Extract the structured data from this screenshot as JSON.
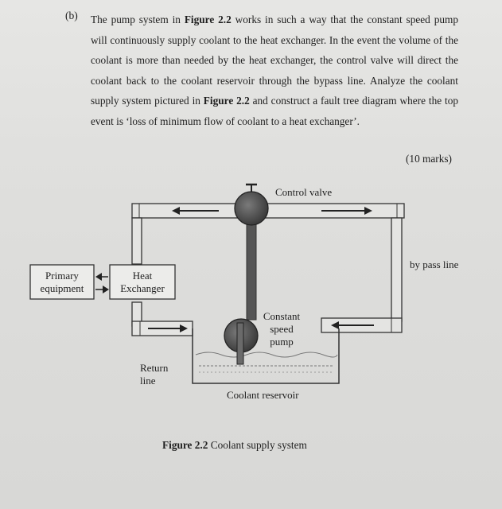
{
  "question": {
    "label": "(b)",
    "segments": [
      {
        "t": "The pump system in ",
        "b": false
      },
      {
        "t": "Figure 2.2",
        "b": true
      },
      {
        "t": " works in such a way that the constant speed pump will continuously supply coolant to the heat exchanger. In the event the volume of the coolant is more than needed by the heat exchanger, the control valve will direct the coolant back to the coolant reservoir through the bypass line. Analyze the coolant supply system pictured in ",
        "b": false
      },
      {
        "t": "Figure 2.2",
        "b": true
      },
      {
        "t": " and construct a fault tree diagram where the top event is ‘loss of minimum flow of coolant to a heat exchanger’.",
        "b": false
      }
    ],
    "marks": "(10 marks)"
  },
  "figure": {
    "labels": {
      "control_valve": "Control valve",
      "bypass_line": "by pass line",
      "primary_equipment_line1": "Primary",
      "primary_equipment_line2": "equipment",
      "heat_exchanger_line1": "Heat",
      "heat_exchanger_line2": "Exchanger",
      "pump_line1": "Constant",
      "pump_line2": "speed",
      "pump_line3": "pump",
      "return_line_line1": "Return",
      "return_line_line2": "line",
      "coolant_reservoir": "Coolant reservoir"
    },
    "caption_number": "Figure 2.2",
    "caption_text": "Coolant supply system"
  }
}
